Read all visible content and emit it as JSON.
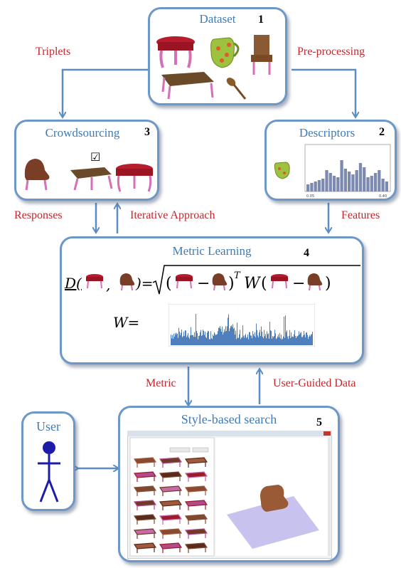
{
  "nodes": {
    "dataset": {
      "title": "Dataset",
      "number": "1"
    },
    "descriptors": {
      "title": "Descriptors",
      "number": "2"
    },
    "crowdsourcing": {
      "title": "Crowdsourcing",
      "number": "3"
    },
    "metric_learning": {
      "title": "Metric Learning",
      "number": "4"
    },
    "style_search": {
      "title": "Style-based search",
      "number": "5"
    },
    "user": {
      "title": "User"
    }
  },
  "edges": {
    "triplets": "Triplets",
    "preprocessing": "Pre-processing",
    "responses": "Responses",
    "iterative": "Iterative Approach",
    "features": "Features",
    "metric": "Metric",
    "user_guided": "User-Guided Data"
  },
  "formula": {
    "d_symbol": "D(",
    "comma": ",",
    "eq_sqrt": ")=",
    "open": "(",
    "minus": "−",
    "transpose": ")",
    "sup_t": "T",
    "w": "W",
    "open2": "(",
    "minus2": "−",
    "close": ")"
  },
  "w_label": "W=",
  "checkmark": "☑",
  "colors": {
    "accent": "#6d97c6",
    "title_blue": "#3f7ab8",
    "label_red": "#c0272d",
    "arrow": "#5b8cc4"
  }
}
